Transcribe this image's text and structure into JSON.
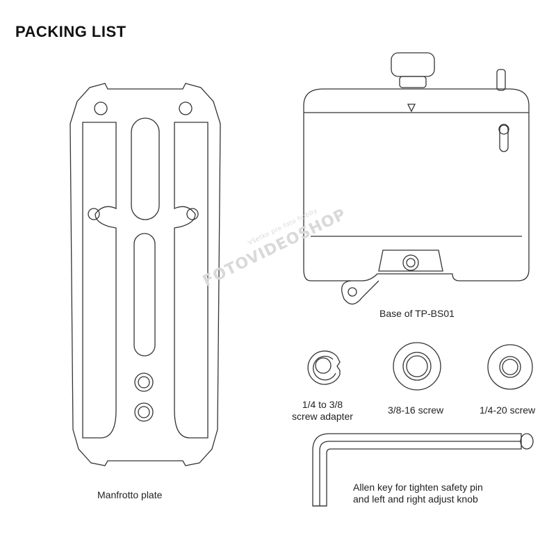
{
  "header": {
    "title": "PACKING LIST"
  },
  "items": {
    "manfrotto_plate": {
      "label": "Manfrotto plate"
    },
    "base": {
      "label": "Base of TP-BS01"
    },
    "adapter": {
      "line1": "1/4 to 3/8",
      "line2": "screw adapter"
    },
    "screw_38": {
      "label": "3/8-16 screw"
    },
    "screw_14": {
      "label": "1/4-20 screw"
    },
    "allen_key": {
      "line1": "Allen key for tighten safety pin",
      "line2": "and left and right adjust knob"
    }
  },
  "watermark": {
    "main": "FOTOVIDEOSHOP",
    "sub": "Všetko pre foto hobby"
  },
  "colors": {
    "line": "#333333",
    "text": "#222222",
    "watermark": "#d9d9d9"
  }
}
